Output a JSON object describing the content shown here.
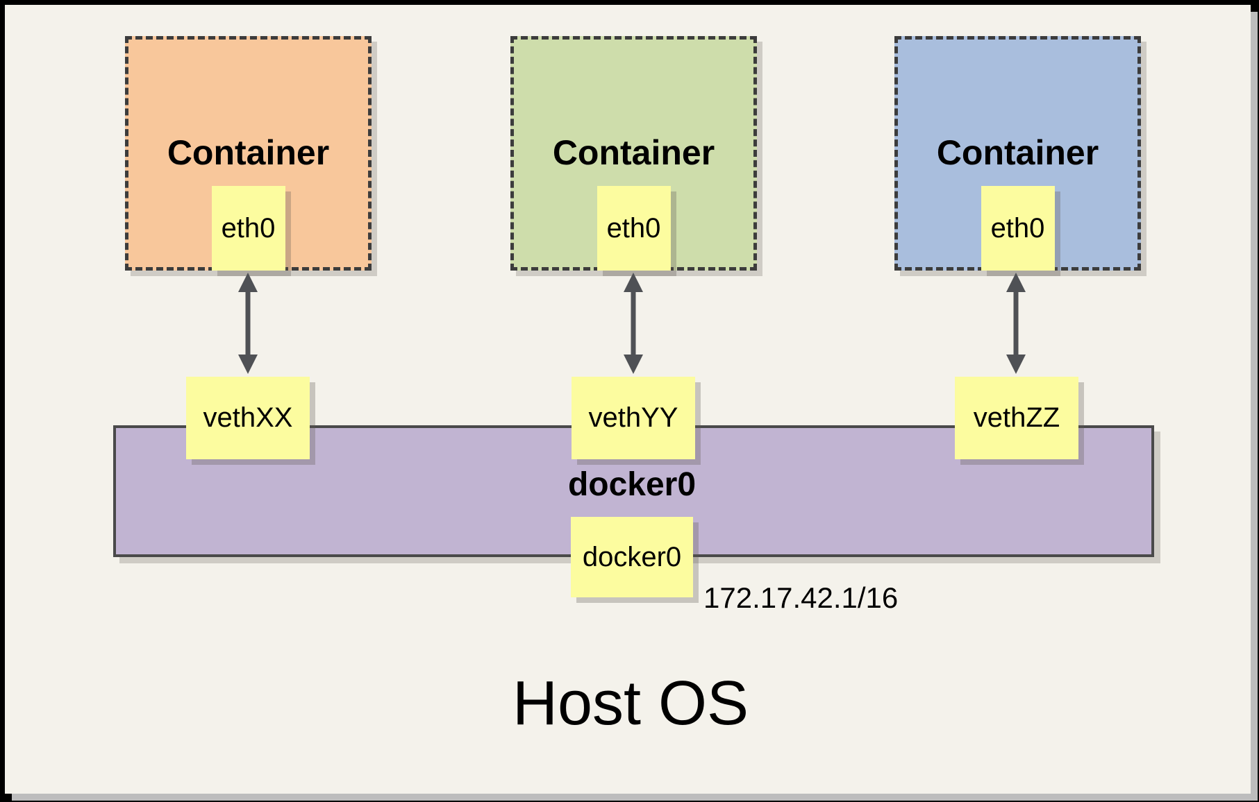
{
  "canvas": {
    "background": "#F4F2EB",
    "frame": "#000000"
  },
  "containers": [
    {
      "label": "Container",
      "interface": "eth0",
      "fill": "#F8C79B"
    },
    {
      "label": "Container",
      "interface": "eth0",
      "fill": "#CEDDAB"
    },
    {
      "label": "Container",
      "interface": "eth0",
      "fill": "#A9BEDD"
    }
  ],
  "veths": [
    {
      "label": "vethXX"
    },
    {
      "label": "vethYY"
    },
    {
      "label": "vethZZ"
    }
  ],
  "bridge": {
    "label": "docker0",
    "interface": "docker0",
    "ip": "172.17.42.1/16",
    "fill": "#C1B4D2"
  },
  "host": {
    "label": "Host OS"
  },
  "colors": {
    "note_yellow": "#FCFC9F",
    "dashed_outline": "#3C3C3C",
    "bar_outline": "#4A4A4A",
    "arrow_gray": "#4F5155"
  }
}
